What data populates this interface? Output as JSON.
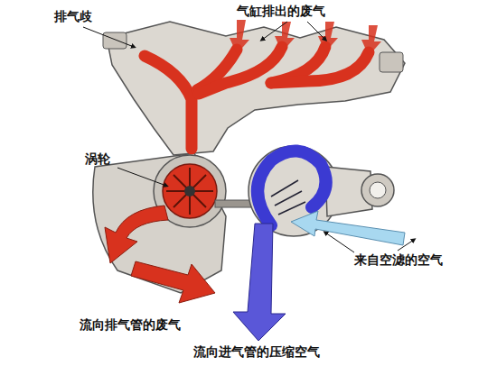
{
  "diagram": {
    "labels": [
      "排气歧",
      "气缸排出的废气",
      "涡轮",
      "来自空滤的空气",
      "流向排气管的废气",
      "流向进气管的压缩空气"
    ]
  }
}
